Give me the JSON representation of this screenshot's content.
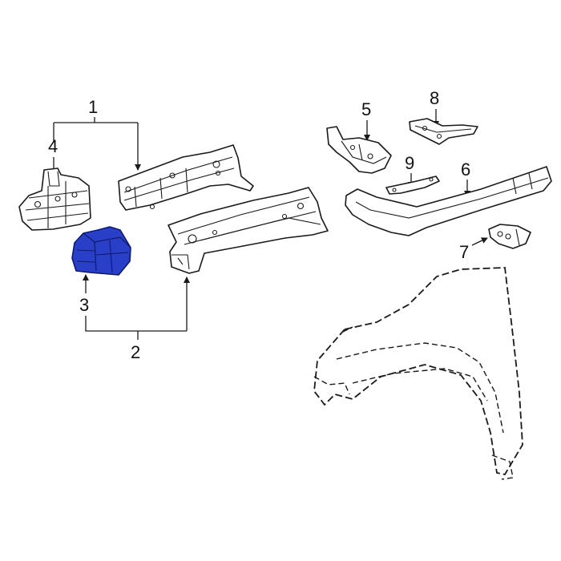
{
  "callouts": {
    "c1": "1",
    "c2": "2",
    "c3": "3",
    "c4": "4",
    "c5": "5",
    "c6": "6",
    "c7": "7",
    "c8": "8",
    "c9": "9"
  },
  "colors": {
    "highlight_fill": "#2a3fc8",
    "highlight_stroke": "#0d1a6e",
    "line": "#1a1a1a"
  }
}
